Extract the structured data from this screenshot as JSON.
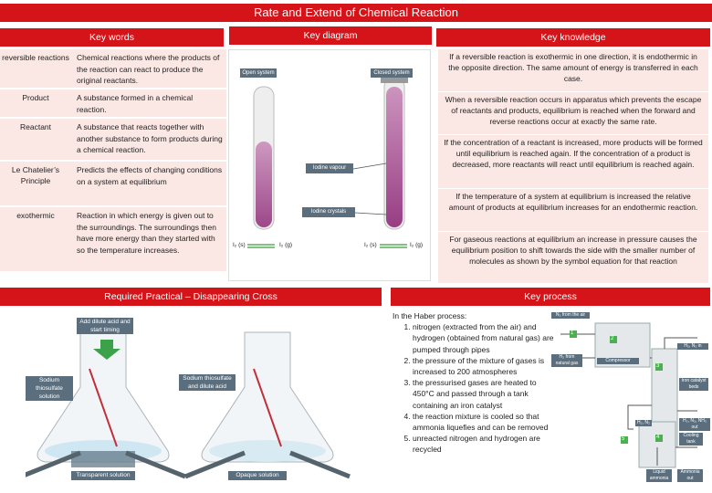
{
  "title": "Rate and Extend of Chemical Reaction",
  "headers": {
    "key_words": "Key words",
    "key_diagram": "Key diagram",
    "key_knowledge": "Key knowledge",
    "required_practical": "Required Practical – Disappearing Cross",
    "key_process": "Key process"
  },
  "key_words": [
    {
      "term": "reversible reactions",
      "definition": "Chemical reactions where the products of the reaction can react to produce the original reactants."
    },
    {
      "term": "Product",
      "definition": "A substance formed in a chemical reaction."
    },
    {
      "term": "Reactant",
      "definition": "A substance that reacts together with another substance to form products during a chemical reaction."
    },
    {
      "term": "Le Chatelier’s Principle",
      "definition": "Predicts the effects of changing conditions on a system at equilibrium"
    },
    {
      "term": "exothermic",
      "definition": "Reaction in which energy is given out to the surroundings. The surroundings then have more energy than they started with so the temperature increases."
    }
  ],
  "key_knowledge": [
    "If a reversible reaction is exothermic in one direction, it is endothermic in the opposite direction. The same amount of energy is transferred in each case.",
    "When a reversible reaction occurs in apparatus which prevents the escape of reactants and products, equilibrium is reached when the forward and reverse reactions occur at exactly the same rate.",
    "If the concentration of a reactant is increased, more products will be formed until equilibrium is reached again. If the concentration of a product is decreased, more reactants will react until equilibrium is reached again.",
    "If the temperature of a system at equilibrium is increased the relative amount of products at equilibrium increases for an endothermic reaction.",
    "For gaseous reactions at equilibrium an increase in pressure causes the equilibrium position to shift towards the side with the smaller number of molecules as shown by the symbol equation for that reaction"
  ],
  "diagram": {
    "open_system": "Open system",
    "closed_system": "Closed system",
    "iodine_vapour": "Iodine vapour",
    "iodine_crystals": "Iodine crystals",
    "eq1_left": "I₂ (s)",
    "eq1_right": "I₂ (g)",
    "eq2_left": "I₂ (s)",
    "eq2_right": "I₂ (g)"
  },
  "practical": {
    "add_acid": "Add dilute acid and start timing",
    "left_solution": "Sodium thiosulfate solution",
    "right_solution": "Sodium thiosulfate and dilute acid",
    "transparent": "Transparent solution",
    "opaque": "Opaque solution"
  },
  "haber": {
    "intro": "In the Haber process:",
    "steps": [
      "nitrogen (extracted from the air) and hydrogen (obtained from natural gas) are pumped through pipes",
      "the pressure of the mixture of gases is increased to 200 atmospheres",
      "the pressurised gases are heated to 450°C and passed through a tank containing an iron catalyst",
      "the reaction mixture is cooled so that ammonia liquefies and can be removed",
      "unreacted nitrogen and hydrogen are recycled"
    ]
  },
  "flow": {
    "n2_air": "N₂ from the air",
    "h2_gas": "H₂ from natural gas",
    "compressor": "Compressor",
    "mix": "H₂, N₂ in",
    "catalyst": "Iron catalyst beds",
    "out": "H₂, N₂, NH₃ out",
    "recycle": "H₂, N₂",
    "cooling": "Cooling tank",
    "liquid": "Liquid ammonia",
    "ammonia_out": "Ammonia out",
    "n1": "1",
    "n2": "2",
    "n3": "3",
    "n4": "4",
    "n5": "5"
  },
  "colors": {
    "red": "#d5141a",
    "panel": "#fbe8e4",
    "purple": "#b0488f"
  }
}
